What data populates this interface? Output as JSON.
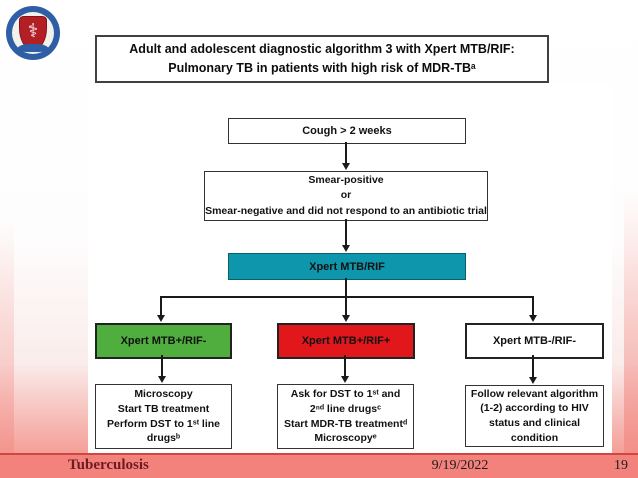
{
  "slide_title": {
    "lines": [
      "Adult and adolescent diagnostic algorithm 3 with Xpert MTB/RIF:",
      "Pulmonary TB in patients with high risk of MDR-TBᵃ"
    ]
  },
  "logo": {
    "name": "medical-college-emblem",
    "symbol": "⚕"
  },
  "flowchart": {
    "cough_box": "Cough > 2 weeks",
    "smear_box": {
      "lines": [
        "Smear-positive",
        "or",
        "Smear-negative and did not respond to an antibiotic trial"
      ]
    },
    "xpert_box": "Xpert MTB/RIF",
    "branches": [
      {
        "label": "Xpert MTB+/RIF-",
        "color": "#4fae3d"
      },
      {
        "label": "Xpert MTB+/RIF+",
        "color": "#e2171c"
      },
      {
        "label": "Xpert MTB-/RIF-",
        "color": "#ffffff"
      }
    ],
    "outcomes": [
      {
        "lines": [
          "Microscopy",
          "Start TB treatment",
          "Perform DST to 1ˢᵗ line",
          "drugsᵇ"
        ]
      },
      {
        "lines": [
          "Ask for DST to 1ˢᵗ and",
          "2ⁿᵈ line drugsᶜ",
          "Start MDR-TB treatmentᵈ",
          "Microscopyᵉ"
        ]
      },
      {
        "lines": [
          "Follow relevant algorithm",
          "(1-2) according to HIV",
          "status and clinical condition"
        ]
      }
    ]
  },
  "footer": {
    "title": "Tuberculosis",
    "date": "9/19/2022",
    "page": "19"
  },
  "colors": {
    "xpert_teal": "#0e96ad",
    "branch_green": "#4fae3d",
    "branch_red": "#e2171c",
    "footer_salmon": "#f4827c",
    "footer_title_maroon": "#6e1b22",
    "logo_blue": "#2e5ea6",
    "logo_red": "#b21f24"
  }
}
